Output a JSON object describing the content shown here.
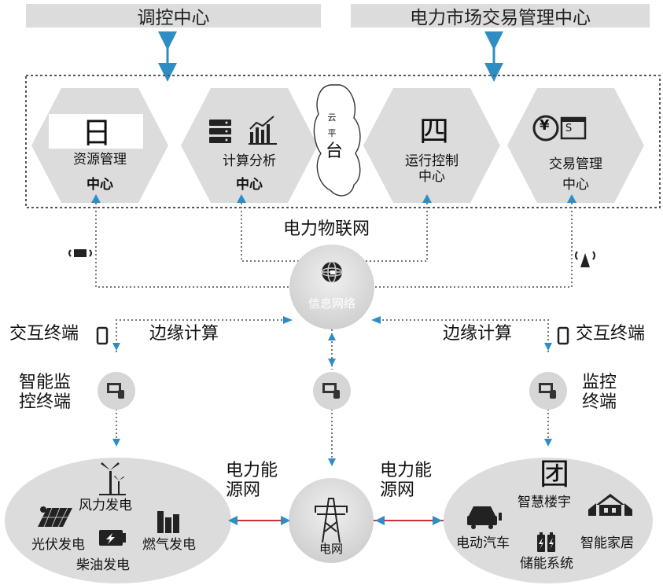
{
  "top": {
    "dispatch_center": "调控中心",
    "market_center": "电力市场交易管理中心"
  },
  "cloud_platform": {
    "chars": [
      "云",
      "平",
      "台"
    ]
  },
  "centers": {
    "resource": {
      "glyph": "日",
      "line1": "资源管理",
      "line2": "中心"
    },
    "compute": {
      "line1": "计算分析",
      "line2": "中心"
    },
    "operation": {
      "glyph": "四",
      "line1": "运行控制",
      "line2": "中心"
    },
    "trade": {
      "line1": "交易管理",
      "line2": "中心",
      "icon_text": "S"
    }
  },
  "iot_label": "电力物联网",
  "info_network": "信息网络",
  "edge": {
    "left_terminal": "交互终端",
    "right_terminal": "交互终端",
    "left_computing": "边缘计算",
    "right_computing": "边缘计算",
    "left_monitor": [
      "智能监",
      "控终端"
    ],
    "right_monitor": [
      "监控",
      "终端"
    ]
  },
  "energy_net": {
    "left": [
      "电力能",
      "源网"
    ],
    "right": [
      "电力能",
      "源网"
    ]
  },
  "generation": {
    "wind": "风力发电",
    "solar": "光伏发电",
    "gas": "燃气发电",
    "diesel": "柴油发电"
  },
  "grid": "电网",
  "consumption": {
    "glyph": "团",
    "smart_building": "智慧楼宇",
    "ev": "电动汽车",
    "smart_home": "智能家居",
    "storage": "储能系统"
  },
  "colors": {
    "arrow": "#2e8ec4",
    "dash": "#666666",
    "shape": "#dcdcdc",
    "grid_line": "#cc3333"
  }
}
